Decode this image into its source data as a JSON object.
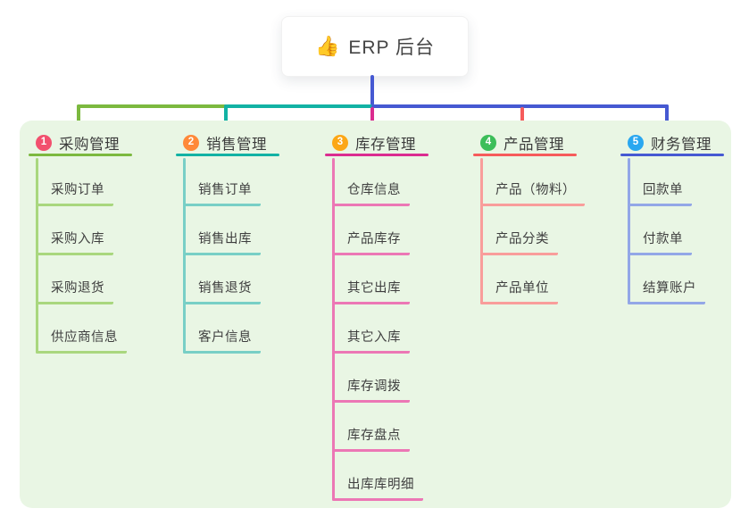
{
  "root": {
    "icon": "👍",
    "label": "ERP 后台"
  },
  "connector": {
    "trunk_color": "#4659D2"
  },
  "panel_color": "#E9F6E4",
  "branches": [
    {
      "index": "1",
      "label": "采购管理",
      "badge_color": "#F2506E",
      "line_color": "#7CB93F",
      "child_line_color": "#A9D77E",
      "children": [
        "采购订单",
        "采购入库",
        "采购退货",
        "供应商信息"
      ]
    },
    {
      "index": "2",
      "label": "销售管理",
      "badge_color": "#FF8939",
      "line_color": "#12B2A4",
      "child_line_color": "#78CFC6",
      "children": [
        "销售订单",
        "销售出库",
        "销售退货",
        "客户信息"
      ]
    },
    {
      "index": "3",
      "label": "库存管理",
      "badge_color": "#FCA716",
      "line_color": "#DB2C90",
      "child_line_color": "#EC77B5",
      "children": [
        "仓库信息",
        "产品库存",
        "其它出库",
        "其它入库",
        "库存调拨",
        "库存盘点",
        "出库库明细"
      ]
    },
    {
      "index": "4",
      "label": "产品管理",
      "badge_color": "#3CBE59",
      "line_color": "#F65B5B",
      "child_line_color": "#F99D9B",
      "children": [
        "产品（物料）",
        "产品分类",
        "产品单位"
      ]
    },
    {
      "index": "5",
      "label": "财务管理",
      "badge_color": "#2AA7F0",
      "line_color": "#4659D2",
      "child_line_color": "#93A7E7",
      "children": [
        "回款单",
        "付款单",
        "结算账户"
      ]
    }
  ]
}
